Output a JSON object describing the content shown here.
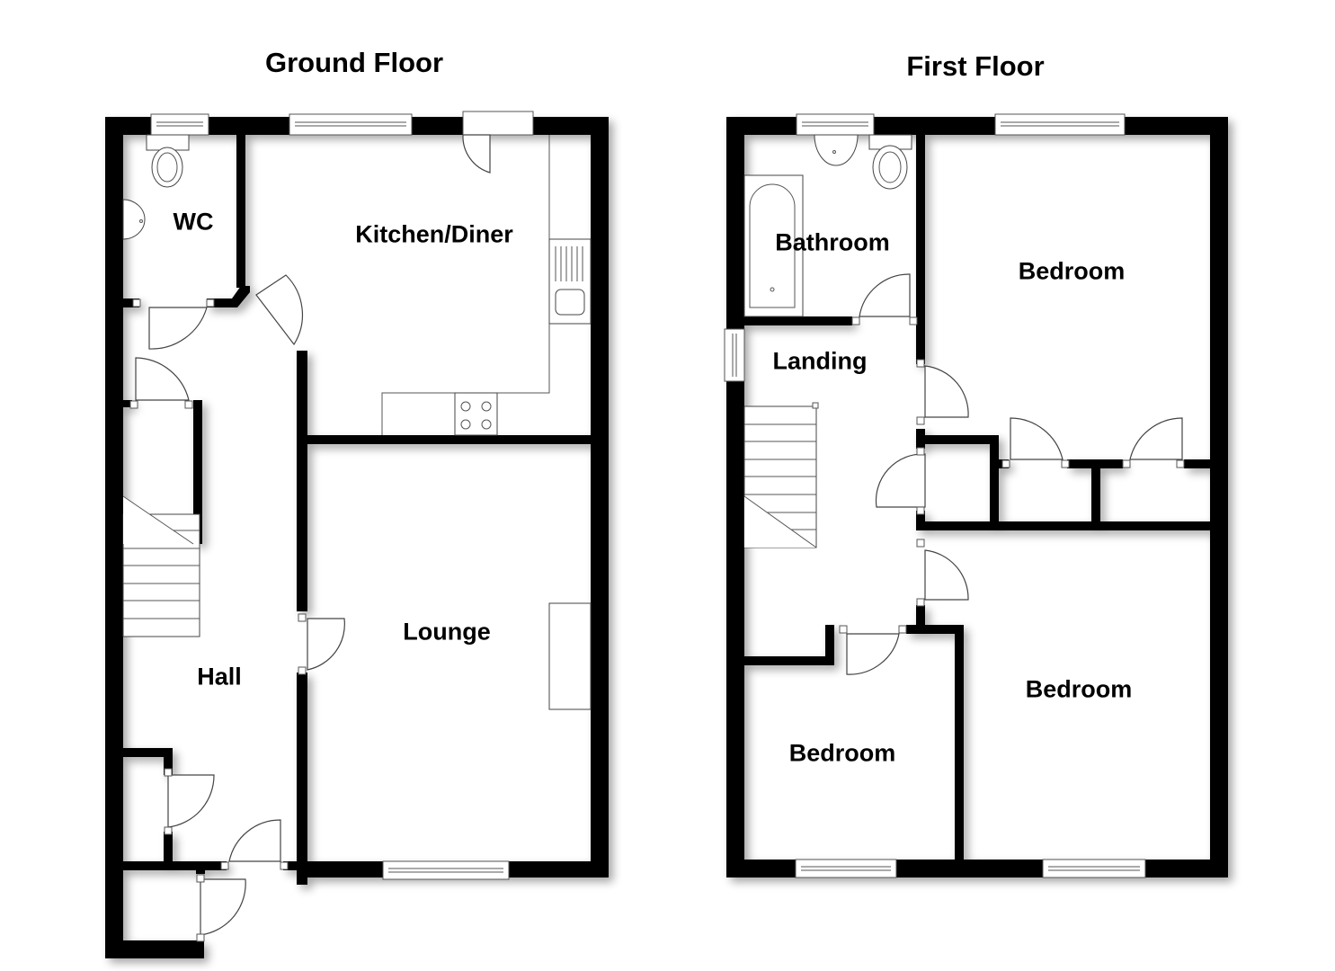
{
  "floors": [
    {
      "title": "Ground Floor",
      "rooms": [
        {
          "name": "WC"
        },
        {
          "name": "Kitchen/Diner"
        },
        {
          "name": "Lounge"
        },
        {
          "name": "Hall"
        }
      ]
    },
    {
      "title": "First Floor",
      "rooms": [
        {
          "name": "Bathroom"
        },
        {
          "name": "Bedroom"
        },
        {
          "name": "Landing"
        },
        {
          "name": "Bedroom"
        },
        {
          "name": "Bedroom"
        }
      ]
    }
  ],
  "colors": {
    "wall": "#000000",
    "background": "#ffffff",
    "fixture_line": "#444444"
  }
}
